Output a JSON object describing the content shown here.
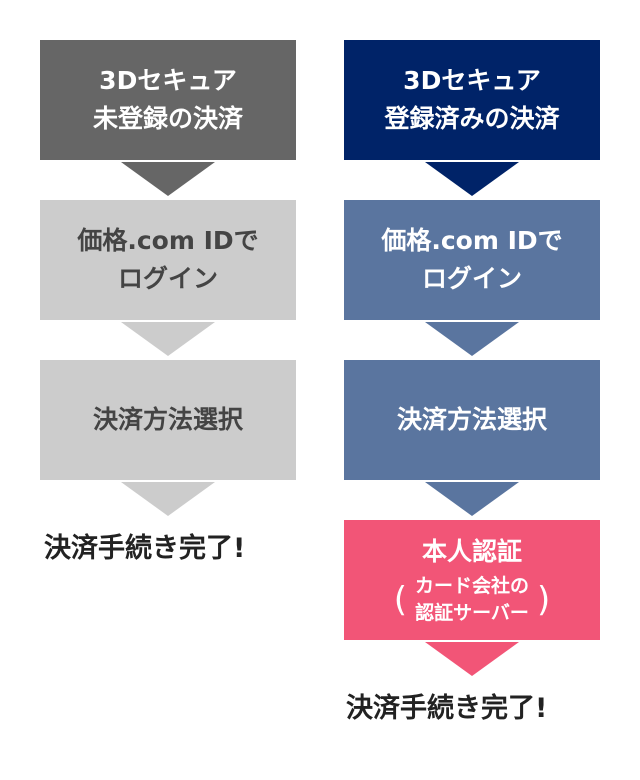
{
  "colors": {
    "left_header": "#666666",
    "left_step": "#cccccc",
    "left_text_header": "#ffffff",
    "left_text_step": "#444444",
    "right_header": "#002368",
    "right_step": "#5a759f",
    "right_auth": "#f25577",
    "right_text": "#ffffff",
    "final_text": "#222222"
  },
  "left": {
    "header": {
      "line1": "3Dセキュア",
      "line2": "未登録の決済"
    },
    "login": {
      "line1": "価格.com IDで",
      "line2": "ログイン"
    },
    "method": "決済方法選択",
    "complete": "決済手続き完了!"
  },
  "right": {
    "header": {
      "line1": "3Dセキュア",
      "line2": "登録済みの決済"
    },
    "login": {
      "line1": "価格.com IDで",
      "line2": "ログイン"
    },
    "method": "決済方法選択",
    "auth": {
      "title": "本人認証",
      "paren_open": "(",
      "paren_close": ")",
      "sub_line1": "カード会社の",
      "sub_line2": "認証サーバー"
    },
    "complete": "決済手続き完了!"
  }
}
